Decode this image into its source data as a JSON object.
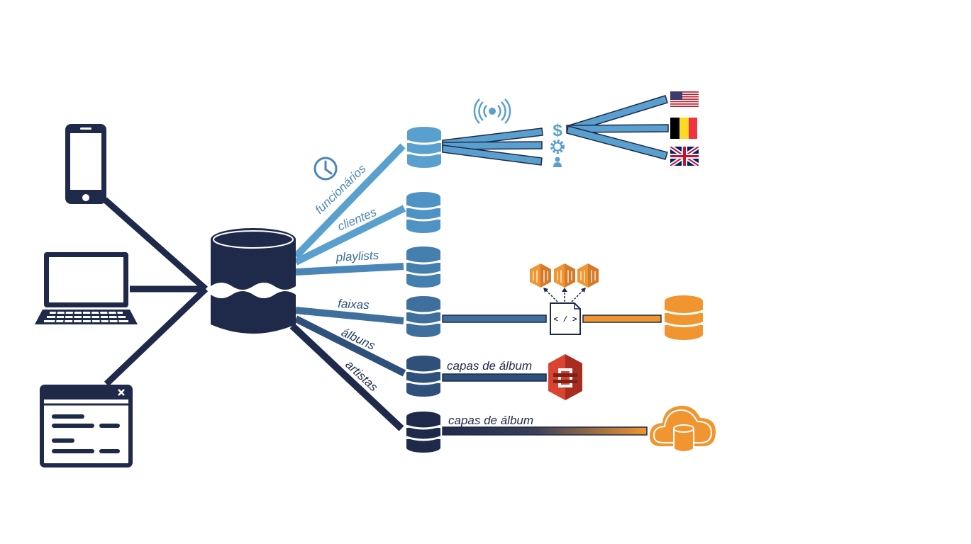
{
  "branch_labels": {
    "funcionarios": "funcionários",
    "clientes": "clientes",
    "playlists": "playlists",
    "faixas": "faixas",
    "albuns": "álbuns",
    "artistas": "artistas"
  },
  "capas_label_s3": "capas de álbum",
  "capas_label_cloud": "capas de álbum",
  "code_symbol": "< / >",
  "dollar_symbol": "$",
  "colors": {
    "navy": "#1f2a4a",
    "light_blue": "#5aa0cf",
    "mid_blue": "#4a86b8",
    "steel_blue": "#3f6f9c",
    "dark_steel": "#30507c",
    "orange": "#f0952f",
    "red": "#d9432f"
  },
  "icons": [
    "phone-icon",
    "laptop-icon",
    "browser-window-icon",
    "data-lake-icon",
    "clock-icon",
    "wireless-signal-icon",
    "dollar-icon",
    "gear-icon",
    "person-icon",
    "us-flag-icon",
    "belgium-flag-icon",
    "uk-flag-icon",
    "compute-hexagon-icon",
    "code-icon",
    "s3-bucket-icon",
    "cloud-database-icon"
  ]
}
